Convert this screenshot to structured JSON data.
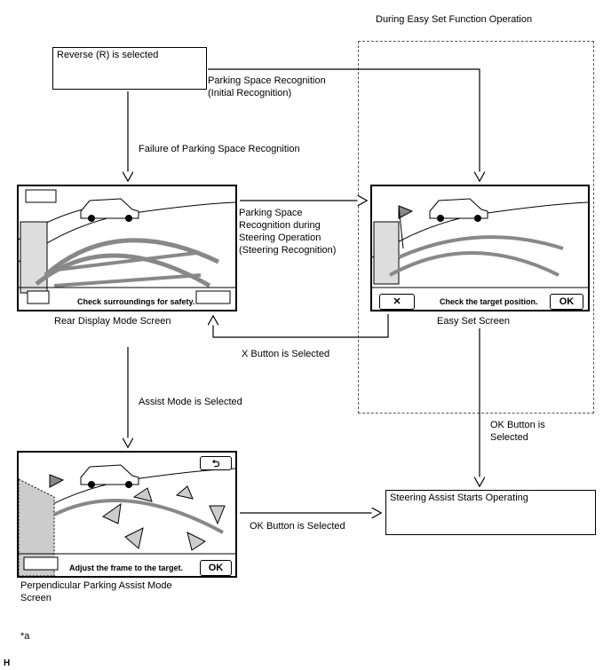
{
  "labels": {
    "easy_set_header": "During Easy Set Function Operation",
    "start_box": "Reverse (R) is selected",
    "initial_recognition": [
      "Parking Space Recognition",
      "(Initial Recognition)"
    ],
    "failure": "Failure of Parking Space Recognition",
    "steering_recognition": [
      "Parking Space",
      "Recognition during",
      "Steering Operation",
      "(Steering Recognition)"
    ],
    "rear_display_caption": "Rear Display Mode Screen",
    "easy_set_caption": "Easy Set Screen",
    "x_selected": "X Button is Selected",
    "assist_selected": "Assist Mode is Selected",
    "ok_selected_right": [
      "OK Button is",
      "Selected"
    ],
    "steering_assist_box": "Steering Assist Starts Operating",
    "ok_selected_bottom": "OK Button is Selected",
    "perpendicular_caption": [
      "Perpendicular Parking Assist Mode",
      "Screen"
    ],
    "footnote_a": "*a",
    "corner_h": "H"
  },
  "screens": {
    "rear_display": {
      "message": "Check surroundings for safety."
    },
    "easy_set": {
      "message": "Check the target position.",
      "x_button": "✕",
      "ok_button": "OK"
    },
    "assist": {
      "message": "Adjust the frame to the target.",
      "ok_button": "OK",
      "back_button": "⮌"
    }
  }
}
